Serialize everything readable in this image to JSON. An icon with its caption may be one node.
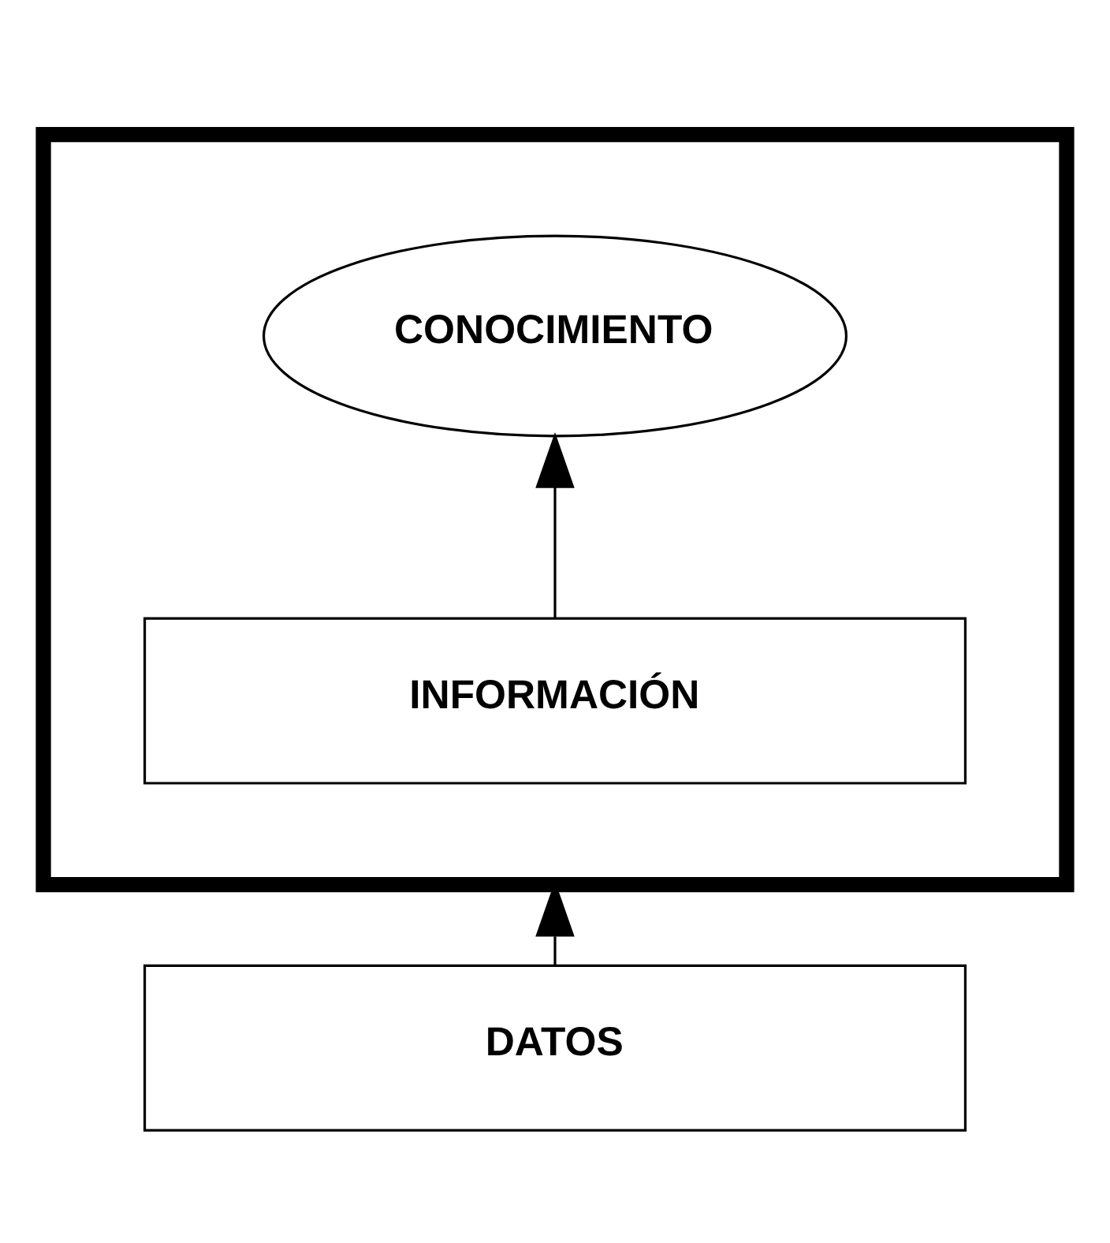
{
  "diagram": {
    "nodes": [
      {
        "text": [],
        "shape": "box"
      },
      {
        "text": [
          "CONOCIMIENTO"
        ],
        "in": 0
      },
      {
        "text": [
          "INFORMACIÓN"
        ],
        "in": 0
      },
      {
        "text": [
          "DATOS"
        ]
      }
    ],
    "edges": [
      {
        "from": 2,
        "to": 1,
        "arrow": "to"
      },
      {
        "from": 3,
        "to": 0,
        "arrow": "to"
      }
    ]
  }
}
